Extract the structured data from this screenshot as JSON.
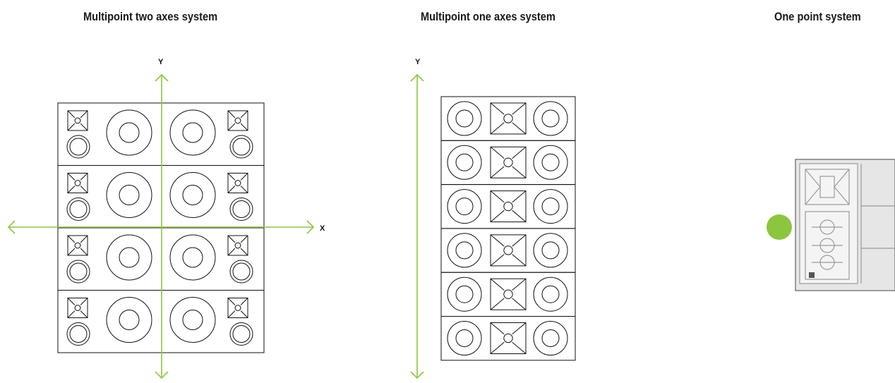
{
  "panels": [
    {
      "title": "Multipoint two axes system",
      "axes": {
        "x_label": "X",
        "y_label": "Y"
      }
    },
    {
      "title": "Multipoint one axes system",
      "axes": {
        "y_label": "Y"
      }
    },
    {
      "title": "One point system"
    }
  ],
  "colors": {
    "axis": "#8cc63f",
    "line": "#111111",
    "point": "#8cc63f",
    "cabinet": "#9a9a9a"
  }
}
